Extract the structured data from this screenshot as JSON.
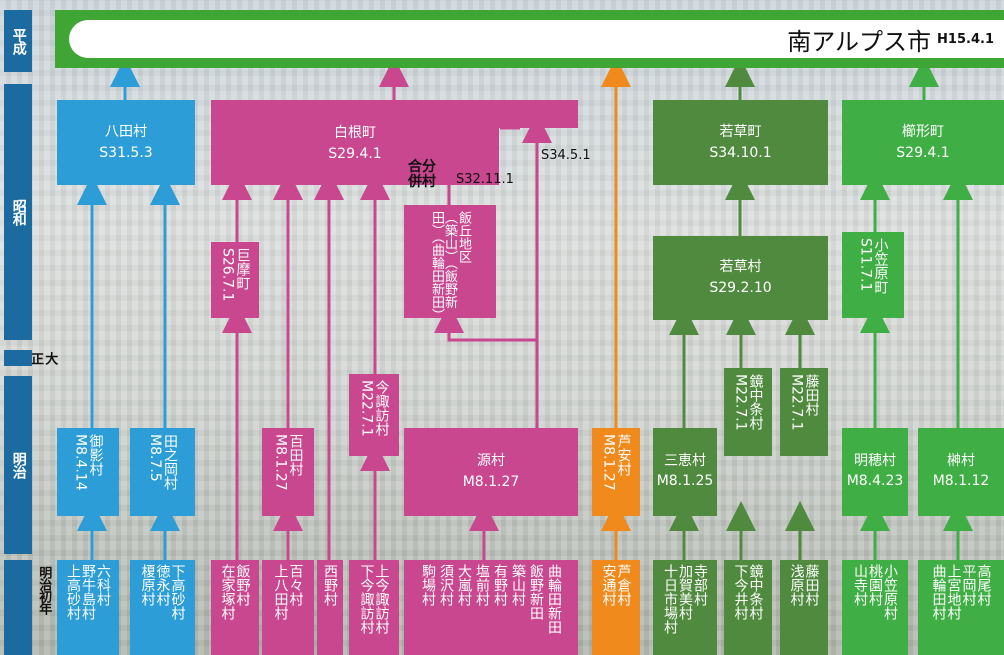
{
  "eras": {
    "heisei": "平成",
    "showa": "昭和",
    "taisho": "大正",
    "meiji": "明治",
    "meiji_early": "明治初年"
  },
  "city": {
    "name": "南アルプス市",
    "date": "H15.4.1"
  },
  "showa_towns": [
    {
      "name": "八田村",
      "date": "S31.5.3"
    },
    {
      "name": "白根町",
      "date": "S29.4.1"
    },
    {
      "name": "若草町",
      "date": "S34.10.1"
    },
    {
      "name": "櫛形町",
      "date": "S29.4.1"
    }
  ],
  "white_root_labels": {
    "split": "合分",
    "merge": "併村",
    "date1": "S32.11.1",
    "date2": "S34.5.1"
  },
  "mid_boxes": {
    "komacho": {
      "name": "巨摩町",
      "date": "S26.7.1"
    },
    "iiokachiku": {
      "name": "飯丘地区",
      "sub": "（築山）（飯野新田）（曲輪田新田）"
    },
    "wakakusa_village": {
      "name": "若草村",
      "date": "S29.2.10"
    },
    "ogasawara": {
      "name": "小笠原町",
      "date": "S11.7.1"
    }
  },
  "meiji_villages": {
    "mikage": {
      "name": "御影村",
      "date": "M8.4.14"
    },
    "tanooka": {
      "name": "田之岡村",
      "date": "M8.7.5"
    },
    "hyakuda": {
      "name": "百田村",
      "date": "M8.1.27"
    },
    "imasuwa": {
      "name": "今諏訪村",
      "date": "M22.7.1"
    },
    "minamoto": {
      "name": "源村",
      "date": "M8.1.27"
    },
    "ashiyasu": {
      "name": "芦安村",
      "date": "M8.1.27"
    },
    "mie": {
      "name": "三恵村",
      "date": "M8.1.25"
    },
    "kaganakajo": {
      "name": "鏡中条村",
      "date": "M22.7.1"
    },
    "fujita": {
      "name": "藤田村",
      "date": "M22.7.1"
    },
    "meiho": {
      "name": "明穂村",
      "date": "M8.4.23"
    },
    "sakaki": {
      "name": "榊村",
      "date": "M8.1.12"
    }
  },
  "early_villages": [
    [
      "六科村",
      "野牛島村",
      "上高砂村"
    ],
    [
      "下高砂村",
      "徳永村",
      "榎原村"
    ],
    [
      "飯野村",
      "在家塚村"
    ],
    [
      "百々村",
      "上八田村"
    ],
    [
      "西野村"
    ],
    [
      "上今諏訪村",
      "下今諏訪村"
    ],
    [
      "曲輪田新田",
      "飯野新田",
      "築山村",
      "有野村",
      "塩前村",
      "大嵐村",
      "須沢村",
      "駒場村"
    ],
    [
      "芦倉村",
      "安通村"
    ],
    [
      "寺部村",
      "加賀美村",
      "十日市場村"
    ],
    [
      "鏡中条村",
      "下今井村"
    ],
    [
      "藤田村",
      "浅原村"
    ],
    [
      "小笠原村",
      "桃園村",
      "山寺村"
    ],
    [
      "高尾村",
      "平岡村",
      "上宮地村",
      "曲輪田村"
    ]
  ],
  "colors": {
    "blue": "#2c9dd6",
    "magenta": "#c9478f",
    "orange": "#f08a1c",
    "green": "#4f8a3e",
    "lightgreen": "#3fae44",
    "era": "#1b6aa0"
  }
}
